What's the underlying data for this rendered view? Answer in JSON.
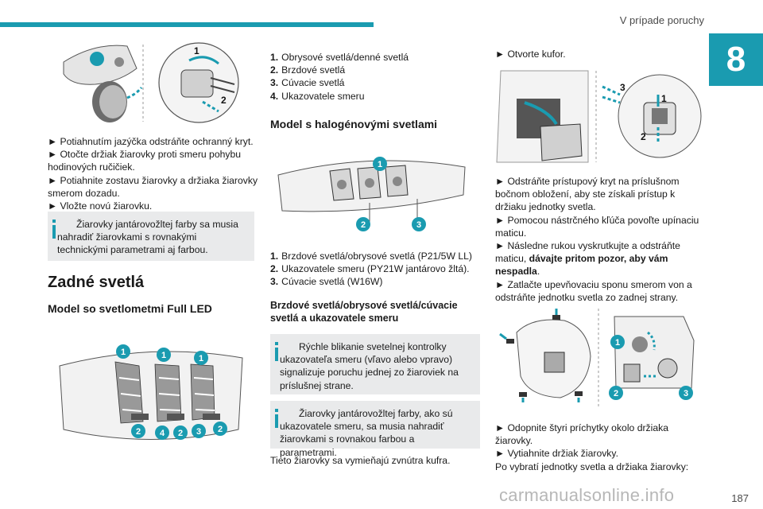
{
  "header": {
    "title": "V prípade poruchy",
    "chapter": "8"
  },
  "col1": {
    "steps": [
      "► Potiahnutím jazýčka odstráňte ochranný kryt.",
      "► Otočte držiak žiarovky proti smeru pohybu hodinových ručičiek.",
      "► Potiahnite zostavu žiarovky a držiaka žiarovky smerom dozadu.",
      "► Vložte novú žiarovku."
    ],
    "info": "Žiarovky jantárovožltej farby sa musia nahradiť žiarovkami s rovnakými technickými parametrami aj farbou.",
    "section_title": "Zadné svetlá",
    "subsection_title": "Model so svetlometmi Full LED",
    "fig1_labels": [
      "1",
      "2"
    ],
    "fig2_labels": [
      "1",
      "1",
      "1",
      "2",
      "4",
      "2",
      "3",
      "2"
    ]
  },
  "col2": {
    "list1": [
      {
        "num": "1.",
        "text": "Obrysové svetlá/denné svetlá"
      },
      {
        "num": "2.",
        "text": "Brzdové svetlá"
      },
      {
        "num": "3.",
        "text": "Cúvacie svetlá"
      },
      {
        "num": "4.",
        "text": "Ukazovatele smeru"
      }
    ],
    "subsection_title": "Model s halogénovými svetlami",
    "fig_labels": [
      "1",
      "2",
      "3"
    ],
    "list2": [
      {
        "num": "1.",
        "text": "Brzdové svetlá/obrysové svetlá (P21/5W LL)"
      },
      {
        "num": "2.",
        "text": "Ukazovatele smeru (PY21W jantárovo žltá)."
      },
      {
        "num": "3.",
        "text": "Cúvacie svetlá (W16W)"
      }
    ],
    "heading": "Brzdové svetlá/obrysové svetlá/cúvacie svetlá a ukazovatele smeru",
    "info1": "Rýchle blikanie svetelnej kontrolky ukazovateľa smeru (vľavo alebo vpravo) signalizuje poruchu jednej zo žiaroviek na príslušnej strane.",
    "info2": "Žiarovky jantárovožltej farby, ako sú ukazovatele smeru, sa musia nahradiť žiarovkami s rovnakou farbou a parametrami.",
    "footer_text": "Tieto žiarovky sa vymieňajú zvnútra kufra."
  },
  "col3": {
    "step0": "► Otvorte kufor.",
    "fig1_labels": [
      "3",
      "1",
      "2"
    ],
    "steps": [
      "► Odstráňte prístupový kryt na príslušnom bočnom obložení, aby ste získali prístup k držiaku jednotky svetla.",
      "► Pomocou nástrčného kľúča povoľte upínaciu maticu.",
      "► Zatlačte upevňovaciu sponu smerom von a odstráňte jednotku svetla zo zadnej strany."
    ],
    "step_nut_plain": "► Následne rukou vyskrutkujte a odstráňte maticu, ",
    "step_nut_bold": "dávajte pritom pozor, aby vám nespadla",
    "step_nut_end": ".",
    "fig2_labels": [
      "1",
      "2",
      "3"
    ],
    "steps2": [
      "► Odopnite štyri príchytky okolo držiaka žiarovky.",
      "► Vytiahnite držiak žiarovky.",
      "Po vybratí jednotky svetla a držiaka žiarovky:"
    ]
  },
  "footer": {
    "watermark": "carmanualsonline.info",
    "page": "187"
  }
}
